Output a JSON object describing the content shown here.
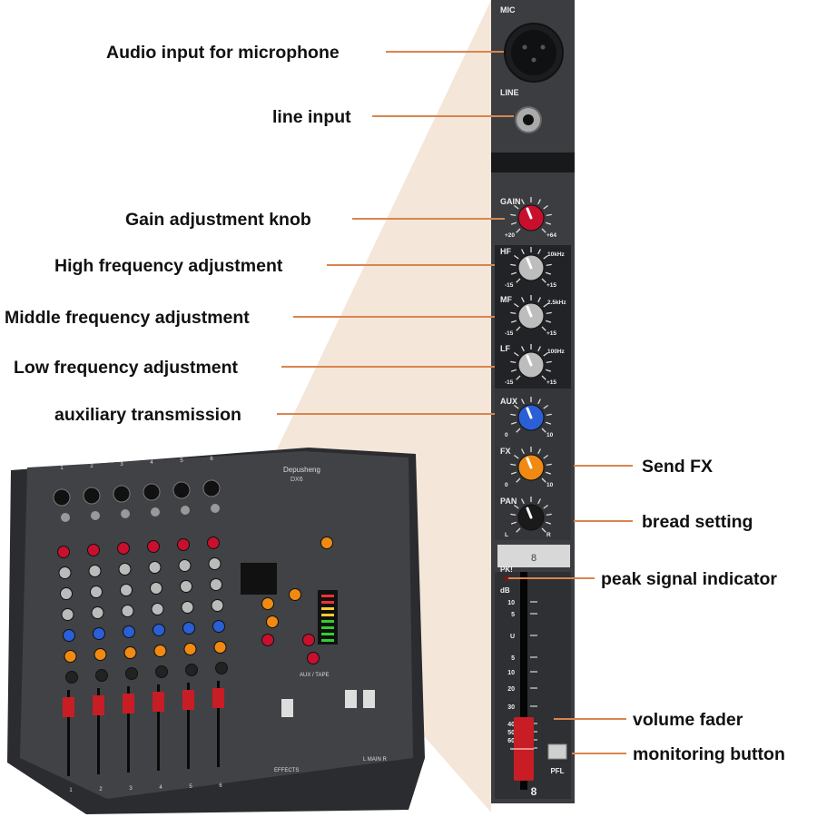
{
  "colors": {
    "leader_line": "#d9854f",
    "cone": "#f4e6d8",
    "panel": "#3b3d41",
    "gain_knob": "#c8102e",
    "aux_knob": "#2a5fd6",
    "fx_knob": "#f08a12",
    "fader_cap": "#c81d25"
  },
  "callouts_left": [
    {
      "text": "Audio input for microphone"
    },
    {
      "text": "line input"
    },
    {
      "text": "Gain adjustment knob"
    },
    {
      "text": "High frequency adjustment"
    },
    {
      "text": "Middle frequency adjustment"
    },
    {
      "text": "Low frequency adjustment"
    },
    {
      "text": "auxiliary transmission"
    }
  ],
  "callouts_right": [
    {
      "text": "Send FX"
    },
    {
      "text": "bread setting"
    },
    {
      "text": "peak signal indicator"
    },
    {
      "text": "volume fader"
    },
    {
      "text": "monitoring button"
    }
  ],
  "strip": {
    "mic": "MIC",
    "line": "LINE",
    "gain": {
      "label": "GAIN",
      "min": "+20",
      "max": "+64"
    },
    "hf": {
      "label": "HF",
      "freq": "10kHz",
      "min": "-15",
      "max": "+15"
    },
    "mf": {
      "label": "MF",
      "freq": "2.5kHz",
      "min": "-15",
      "max": "+15"
    },
    "lf": {
      "label": "LF",
      "freq": "100Hz",
      "min": "-15",
      "max": "+15"
    },
    "aux": {
      "label": "AUX",
      "min": "0",
      "max": "10"
    },
    "fx": {
      "label": "FX",
      "min": "0",
      "max": "10"
    },
    "pan": {
      "label": "PAN",
      "min": "L",
      "max": "R"
    },
    "channel_name": "8",
    "peak": "PK!",
    "db": "dB",
    "scale": [
      "10",
      "5",
      "U",
      "5",
      "10",
      "20",
      "30",
      "40",
      "50",
      "60",
      "∞"
    ],
    "pfl": "PFL",
    "channel_number": "8"
  },
  "mixer": {
    "brand_logo": "Depusheng",
    "model": "DX6",
    "channels": [
      "1",
      "2",
      "3",
      "4",
      "5",
      "6"
    ],
    "bottom_labels": [
      "EFFECTS",
      "AUX / TAPE",
      "L  MAIN  R"
    ]
  }
}
